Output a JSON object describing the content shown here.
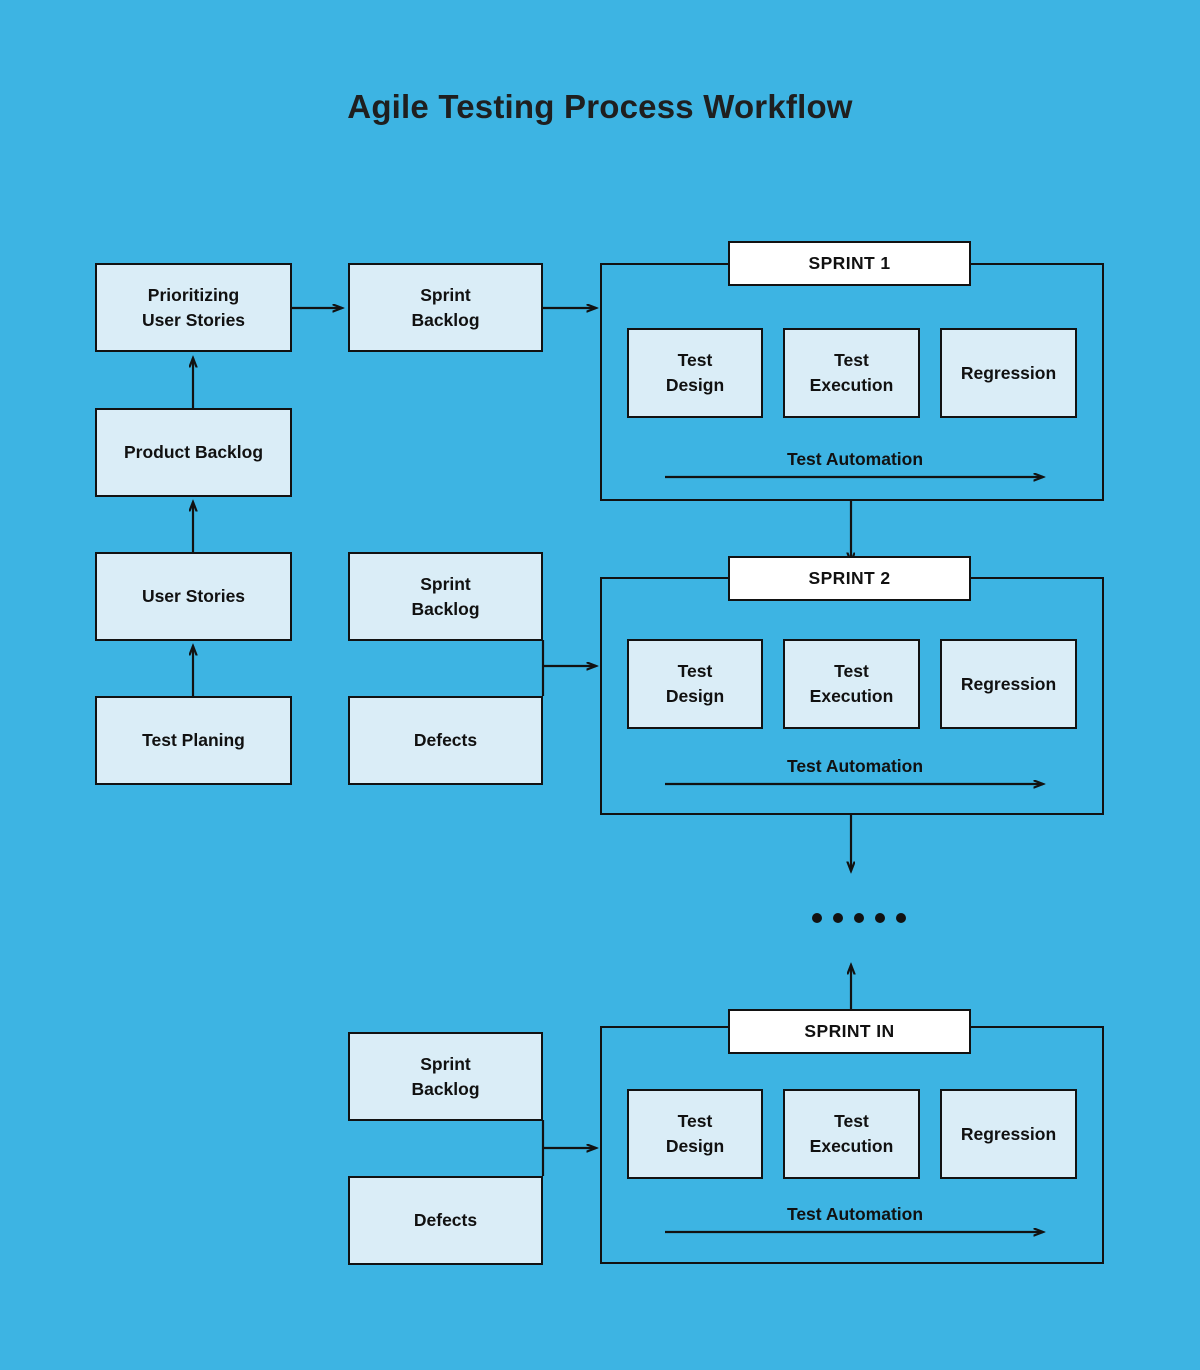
{
  "page": {
    "title": "Agile Testing Process Workflow",
    "background_color": "#3db4e3",
    "node_fill_color": "#daedf7",
    "sprint_label_fill_color": "#ffffff",
    "line_color": "#121212"
  },
  "left_column": {
    "nodes": [
      {
        "id": "prioritizing-user-stories",
        "label": "Prioritizing\nUser Stories"
      },
      {
        "id": "product-backlog",
        "label": "Product Backlog"
      },
      {
        "id": "user-stories",
        "label": "User Stories"
      },
      {
        "id": "test-planing",
        "label": "Test Planing"
      }
    ]
  },
  "middle_column": {
    "nodes": [
      {
        "id": "sprint-backlog-1",
        "label": "Sprint\nBacklog"
      },
      {
        "id": "sprint-backlog-2",
        "label": "Sprint\nBacklog"
      },
      {
        "id": "defects-2",
        "label": "Defects"
      },
      {
        "id": "sprint-backlog-3",
        "label": "Sprint\nBacklog"
      },
      {
        "id": "defects-3",
        "label": "Defects"
      }
    ]
  },
  "sprints": [
    {
      "id": "sprint-1",
      "label": "SPRINT 1",
      "inner_nodes": [
        {
          "id": "test-design",
          "label": "Test\nDesign"
        },
        {
          "id": "test-execution",
          "label": "Test\nExecution"
        },
        {
          "id": "regression",
          "label": "Regression"
        }
      ],
      "automation_label": "Test Automation"
    },
    {
      "id": "sprint-2",
      "label": "SPRINT 2",
      "inner_nodes": [
        {
          "id": "test-design",
          "label": "Test\nDesign"
        },
        {
          "id": "test-execution",
          "label": "Test\nExecution"
        },
        {
          "id": "regression",
          "label": "Regression"
        }
      ],
      "automation_label": "Test Automation"
    },
    {
      "id": "sprint-in",
      "label": "SPRINT IN",
      "inner_nodes": [
        {
          "id": "test-design",
          "label": "Test\nDesign"
        },
        {
          "id": "test-execution",
          "label": "Test\nExecution"
        },
        {
          "id": "regression",
          "label": "Regression"
        }
      ],
      "automation_label": "Test Automation"
    }
  ],
  "ellipsis": {
    "id": "sprint-ellipsis",
    "dot_count": 5
  }
}
